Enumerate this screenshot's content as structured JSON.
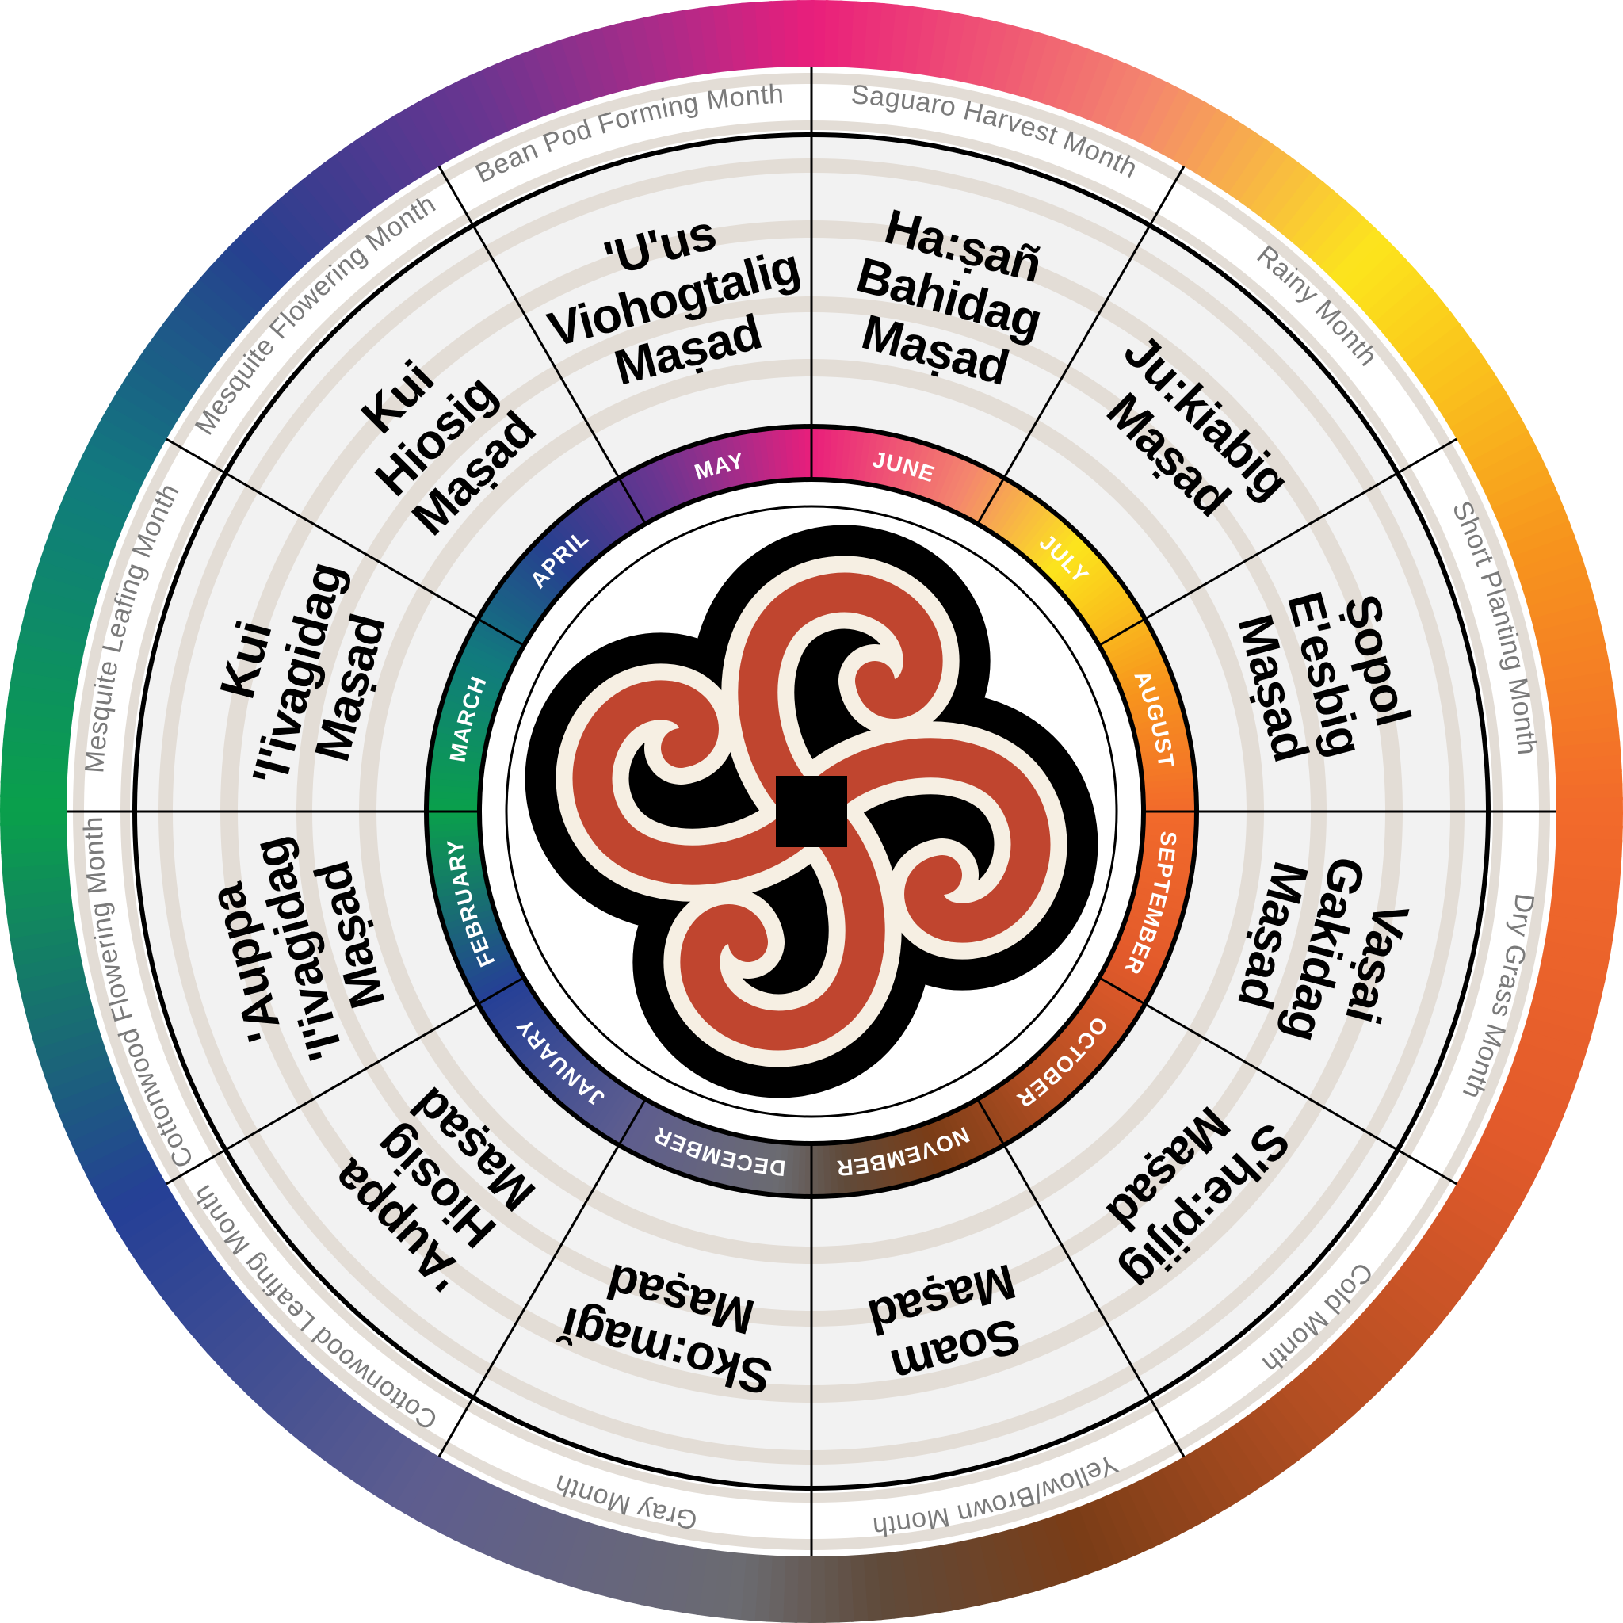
{
  "months": [
    {
      "month": "JUNE",
      "english": "Saguaro Harvest Month",
      "native": [
        "Ha:ṣañ",
        "Bahidag",
        "Maṣad"
      ]
    },
    {
      "month": "JULY",
      "english": "Rainy Month",
      "native": [
        "Ju:kiabig",
        "Maṣad"
      ]
    },
    {
      "month": "AUGUST",
      "english": "Short Planting Month",
      "native": [
        "Ṣopol",
        "E'esbig",
        "Maṣad"
      ]
    },
    {
      "month": "SEPTEMBER",
      "english": "Dry Grass Month",
      "native": [
        "Vaṣai",
        "Gakidag",
        "Maṣad"
      ]
    },
    {
      "month": "OCTOBER",
      "english": "Cold Month",
      "native": [
        "S'he:pijig",
        "Maṣad"
      ]
    },
    {
      "month": "NOVEMBER",
      "english": "Yellow/Brown Month",
      "native": [
        "Soam",
        "Maṣad"
      ]
    },
    {
      "month": "DECEMBER",
      "english": "Gray Month",
      "native": [
        "Sko:magĭ",
        "Maṣad"
      ]
    },
    {
      "month": "JANUARY",
      "english": "Cottonwood Leafing Month",
      "native": [
        "'Auppa",
        "Hiosig",
        "Maṣad"
      ]
    },
    {
      "month": "FEBRUARY",
      "english": "Cottonwood Flowering Month",
      "native": [
        "'Auppa",
        "'I'ivagidag",
        "Maṣad"
      ]
    },
    {
      "month": "MARCH",
      "english": "Mesquite Leafing Month",
      "native": [
        "Kui",
        "'I'ivagidag",
        "Maṣad"
      ]
    },
    {
      "month": "APRIL",
      "english": "Mesquite Flowering Month",
      "native": [
        "Kui",
        "Hiosig",
        "Maṣad"
      ]
    },
    {
      "month": "MAY",
      "english": "Bean Pod Forming Month",
      "native": [
        "'U'us",
        "Viohogtalig",
        "Maṣad"
      ]
    }
  ],
  "colors": {
    "spectrum": [
      "#e91e7b",
      "#f4866e",
      "#fce51c",
      "#f7941d",
      "#f26a2b",
      "#e25a2b",
      "#b34e22",
      "#7a3d17",
      "#5f4a3a",
      "#6b6b70",
      "#5e5d8f",
      "#253f96",
      "#0aa04b",
      "#117a7e",
      "#27408f",
      "#6a3590",
      "#b02a88",
      "#e91e7b"
    ],
    "symbol_red": "#c0452f",
    "symbol_cream": "#f6efe3",
    "maze_beige": "#e3ddd6",
    "maze_light": "#f2f2f2"
  },
  "center_icon": "spiral-whirl-symbol-icon"
}
